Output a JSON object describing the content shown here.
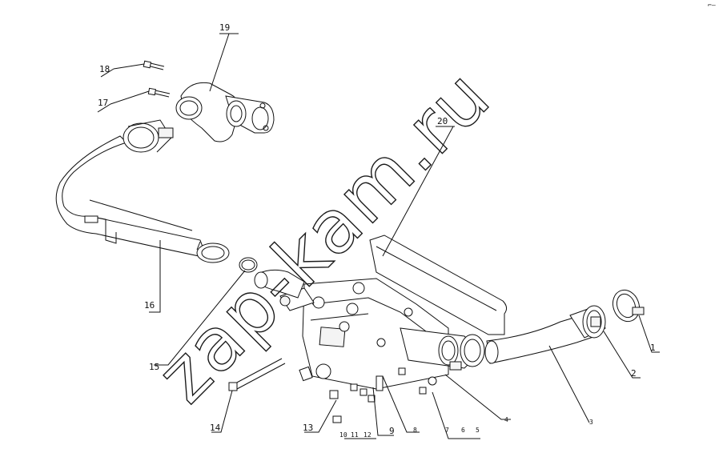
{
  "watermark": "zap-kam.ru",
  "corner_mark": "⌐–",
  "callouts": [
    {
      "id": "1",
      "text": "1"
    },
    {
      "id": "2",
      "text": "2"
    },
    {
      "id": "3",
      "text": "3"
    },
    {
      "id": "4",
      "text": "4"
    },
    {
      "id": "5",
      "text": "5"
    },
    {
      "id": "6",
      "text": "6"
    },
    {
      "id": "7",
      "text": "7"
    },
    {
      "id": "8",
      "text": "8"
    },
    {
      "id": "9",
      "text": "9"
    },
    {
      "id": "10",
      "text": "10"
    },
    {
      "id": "11",
      "text": "11"
    },
    {
      "id": "12",
      "text": "12"
    },
    {
      "id": "13",
      "text": "13"
    },
    {
      "id": "14",
      "text": "14"
    },
    {
      "id": "15",
      "text": "15"
    },
    {
      "id": "16",
      "text": "16"
    },
    {
      "id": "17",
      "text": "17"
    },
    {
      "id": "18",
      "text": "18"
    },
    {
      "id": "19",
      "text": "19"
    },
    {
      "id": "20",
      "text": "20"
    }
  ]
}
